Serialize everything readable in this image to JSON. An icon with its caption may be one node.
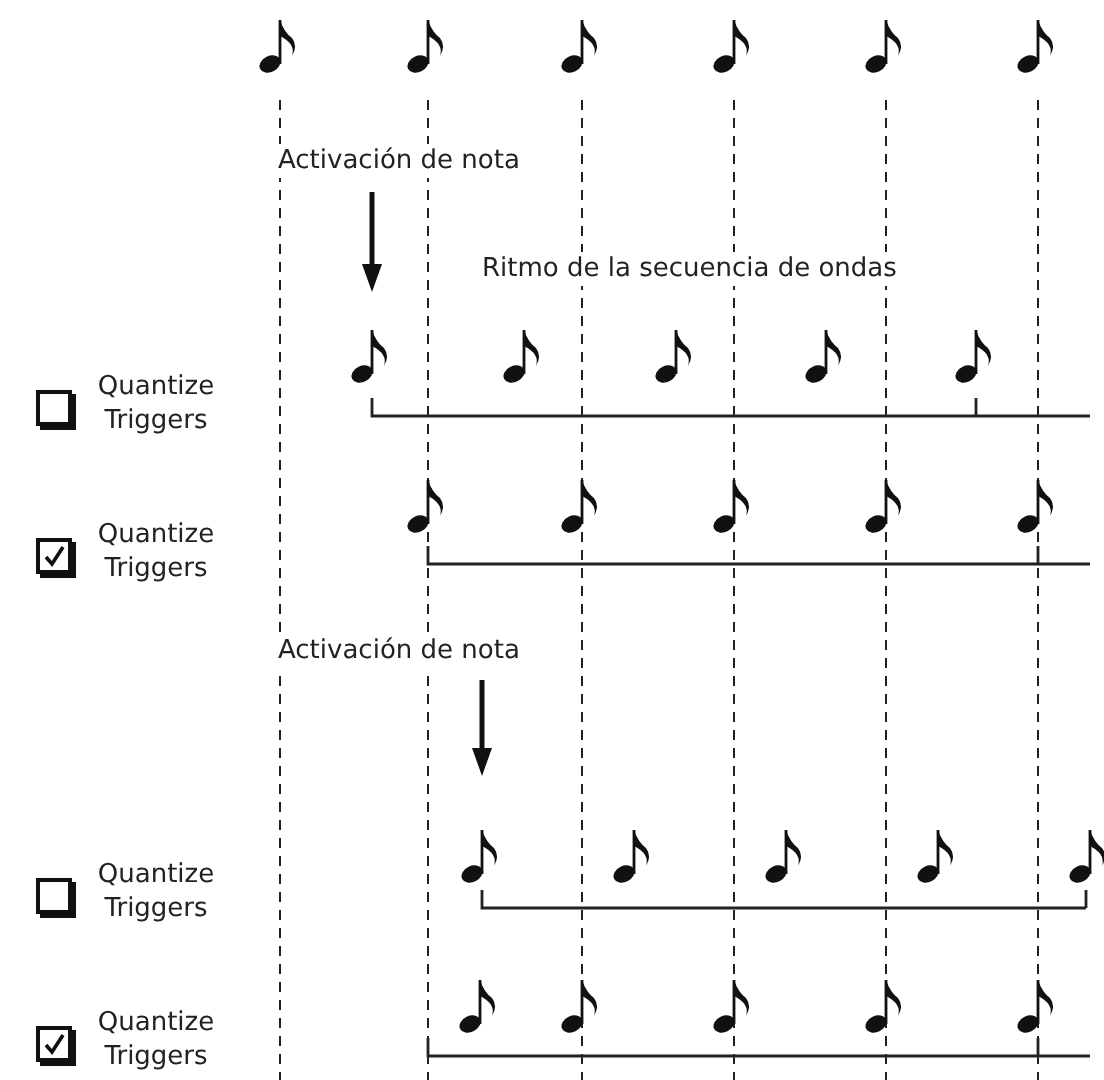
{
  "diagram": {
    "labels": [
      "Activación de nota",
      "Ritmo de la secuencia de ondas",
      "Quantize Triggers",
      "Quantize Triggers",
      "Activación de nota",
      "Quantize Triggers",
      "Quantize Triggers"
    ]
  }
}
